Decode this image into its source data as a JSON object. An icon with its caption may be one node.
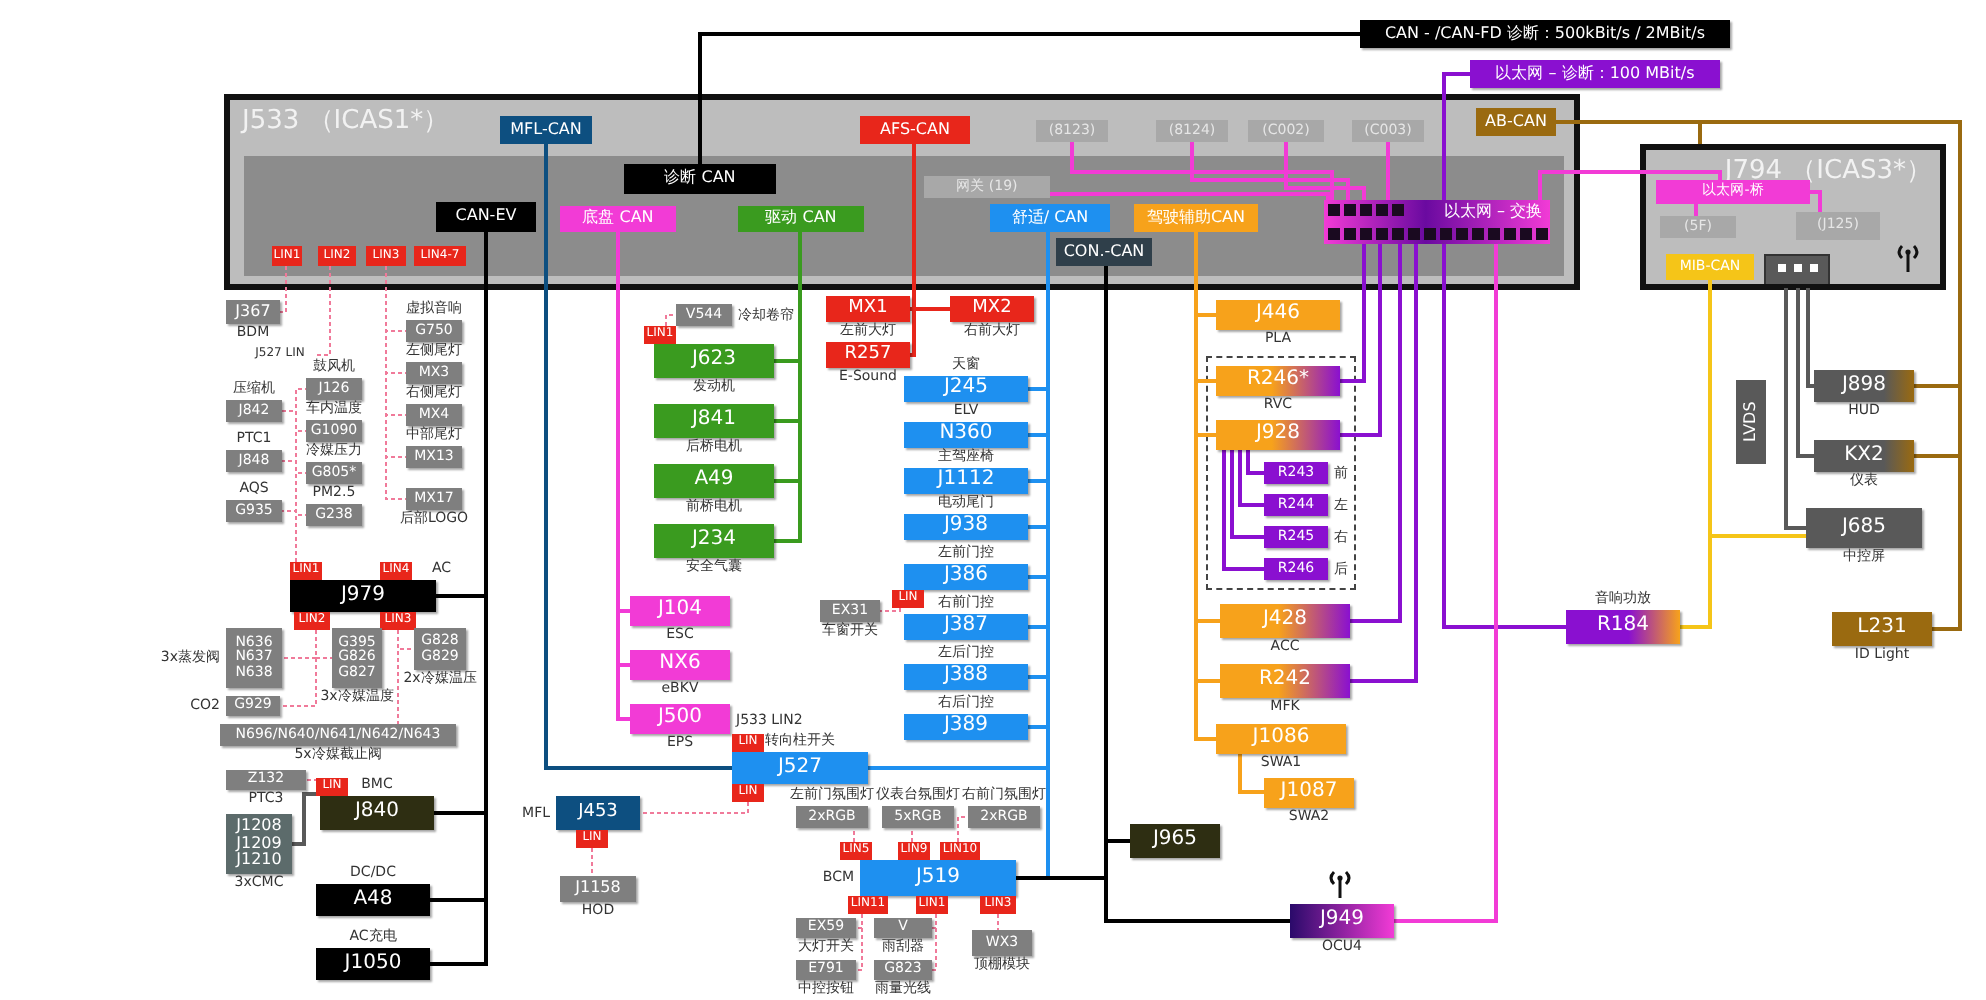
{
  "diagram": {
    "nodes": [
      {
        "text": [
          "CAN - /CAN-FD 诊断：500kBit/s / 2MBit/s"
        ]
      },
      {
        "text": [
          "以太网 – 诊断：100 MBit/s"
        ]
      },
      {
        "text": [
          "J533 （ICAS1*）"
        ]
      },
      {
        "text": [
          "MFL-CAN"
        ],
        "in": 2
      },
      {
        "text": [
          "诊断 CAN"
        ],
        "in": 2
      },
      {
        "text": [
          "AFS-CAN"
        ],
        "in": 2
      },
      {
        "text": [
          "(8123)"
        ],
        "in": 2
      },
      {
        "text": [
          "(8124)"
        ],
        "in": 2
      },
      {
        "text": [
          "(C002)"
        ],
        "in": 2
      },
      {
        "text": [
          "(C003)"
        ],
        "in": 2
      },
      {
        "text": [
          "AB-CAN"
        ],
        "in": 2
      },
      {
        "text": [
          "网关 (19)"
        ],
        "in": 2
      },
      {
        "text": [
          "CAN-EV"
        ],
        "in": 2
      },
      {
        "text": [
          "底盘 CAN"
        ],
        "in": 2
      },
      {
        "text": [
          "驱动 CAN"
        ],
        "in": 2
      },
      {
        "text": [
          "舒适/ CAN"
        ],
        "in": 2
      },
      {
        "text": [
          "驾驶辅助CAN"
        ],
        "in": 2
      },
      {
        "text": [
          "CON.-CAN"
        ],
        "in": 2
      },
      {
        "text": [
          "LIN1"
        ],
        "in": 2
      },
      {
        "text": [
          "LIN2"
        ],
        "in": 2
      },
      {
        "text": [
          "LIN3"
        ],
        "in": 2
      },
      {
        "text": [
          "LIN4-7"
        ],
        "in": 2
      },
      {
        "text": [
          "以太网 – 交换"
        ],
        "in": 2
      },
      {
        "text": [
          "J794 （ICAS3*）"
        ]
      },
      {
        "text": [
          "以太网-桥"
        ],
        "in": 23
      },
      {
        "text": [
          "(5F)"
        ],
        "in": 23
      },
      {
        "text": [
          "(J125)"
        ],
        "in": 23
      },
      {
        "text": [
          "MIB-CAN"
        ],
        "in": 23
      },
      {
        "text": [],
        "shape": "box",
        "in": 23
      },
      {
        "text": [
          "J367"
        ],
        "beside": [
          "BDM"
        ]
      },
      {
        "text": [
          "J527 LIN"
        ]
      },
      {
        "text": [
          "G750"
        ],
        "beside": [
          "虚拟音响"
        ]
      },
      {
        "text": [
          "MX3"
        ],
        "beside": [
          "左侧尾灯"
        ]
      },
      {
        "text": [
          "MX4"
        ],
        "beside": [
          "右侧尾灯"
        ]
      },
      {
        "text": [
          "MX13"
        ],
        "beside": [
          "中部尾灯"
        ]
      },
      {
        "text": [
          "MX17"
        ],
        "beside": [
          "后部LOGO"
        ]
      },
      {
        "text": [
          "J842"
        ],
        "beside": [
          "压缩机"
        ]
      },
      {
        "text": [
          "J126"
        ],
        "beside": [
          "鼓风机"
        ]
      },
      {
        "text": [
          "G1090"
        ],
        "beside": [
          "车内温度"
        ]
      },
      {
        "text": [
          "J848"
        ],
        "beside": [
          "PTC1"
        ]
      },
      {
        "text": [
          "G805*"
        ],
        "beside": [
          "冷媒压力"
        ]
      },
      {
        "text": [
          "G935"
        ],
        "beside": [
          "AQS"
        ]
      },
      {
        "text": [
          "G238"
        ],
        "beside": [
          "PM2.5"
        ]
      },
      {
        "text": [
          "LIN1"
        ]
      },
      {
        "text": [
          "LIN4"
        ]
      },
      {
        "text": [
          "J979"
        ],
        "beside": [
          "AC"
        ]
      },
      {
        "text": [
          "LIN2"
        ]
      },
      {
        "text": [
          "LIN3"
        ]
      },
      {
        "text": [
          "N636 N637 N638"
        ],
        "beside": [
          "3x蒸发阀"
        ]
      },
      {
        "text": [
          "G395 G826 G827"
        ],
        "beside": [
          "3x冷媒温度"
        ]
      },
      {
        "text": [
          "G828 G829"
        ],
        "beside": [
          "2x冷媒温压"
        ]
      },
      {
        "text": [
          "G929"
        ],
        "beside": [
          "CO2"
        ]
      },
      {
        "text": [
          "N696/N640/N641/N642/N643"
        ],
        "beside": [
          "5x冷媒截止阀"
        ]
      },
      {
        "text": [
          "Z132"
        ],
        "beside": [
          "PTC3"
        ]
      },
      {
        "text": [
          "LIN"
        ]
      },
      {
        "text": [
          "J840"
        ],
        "beside": [
          "BMC"
        ]
      },
      {
        "text": [
          "J1208 J1209 J1210"
        ],
        "beside": [
          "3xCMC"
        ]
      },
      {
        "text": [
          "A48"
        ],
        "beside": [
          "DC/DC"
        ]
      },
      {
        "text": [
          "J1050"
        ],
        "beside": [
          "AC充电"
        ]
      },
      {
        "text": [
          "V544"
        ],
        "beside": [
          "冷却卷帘"
        ]
      },
      {
        "text": [
          "LIN1"
        ]
      },
      {
        "text": [
          "J623"
        ],
        "beside": [
          "发动机"
        ]
      },
      {
        "text": [
          "J841"
        ],
        "beside": [
          "后桥电机"
        ]
      },
      {
        "text": [
          "A49"
        ],
        "beside": [
          "前桥电机"
        ]
      },
      {
        "text": [
          "J234"
        ],
        "beside": [
          "安全气囊"
        ]
      },
      {
        "text": [
          "J104"
        ],
        "beside": [
          "ESC"
        ]
      },
      {
        "text": [
          "NX6"
        ],
        "beside": [
          "eBKV"
        ]
      },
      {
        "text": [
          "J500"
        ],
        "beside": [
          "EPS"
        ]
      },
      {
        "text": [
          "MX1"
        ],
        "beside": [
          "左前大灯"
        ]
      },
      {
        "text": [
          "MX2"
        ],
        "beside": [
          "右前大灯"
        ]
      },
      {
        "text": [
          "R257"
        ],
        "beside": [
          "E-Sound"
        ]
      },
      {
        "text": [
          "J245"
        ],
        "beside": [
          "天窗"
        ]
      },
      {
        "text": [
          "N360"
        ],
        "beside": [
          "ELV"
        ]
      },
      {
        "text": [
          "J1112"
        ],
        "beside": [
          "主驾座椅"
        ]
      },
      {
        "text": [
          "J938"
        ],
        "beside": [
          "电动尾门"
        ]
      },
      {
        "text": [
          "J386"
        ],
        "beside": [
          "左前门控"
        ]
      },
      {
        "text": [
          "LIN"
        ]
      },
      {
        "text": [
          "EX31"
        ],
        "beside": [
          "车窗开关"
        ]
      },
      {
        "text": [
          "J387"
        ],
        "beside": [
          "右前门控"
        ]
      },
      {
        "text": [
          "J388"
        ],
        "beside": [
          "左后门控"
        ]
      },
      {
        "text": [
          "J389"
        ],
        "beside": [
          "右后门控"
        ]
      },
      {
        "text": [
          "LIN"
        ]
      },
      {
        "text": [
          "J527"
        ],
        "beside": [
          "转向柱开关"
        ]
      },
      {
        "text": [
          "LIN"
        ]
      },
      {
        "text": [
          "J453"
        ],
        "beside": [
          "MFL"
        ]
      },
      {
        "text": [
          "LIN"
        ]
      },
      {
        "text": [
          "J1158"
        ],
        "beside": [
          "HOD"
        ]
      },
      {
        "text": [
          "2xRGB"
        ],
        "beside": [
          "左前门氛围灯"
        ]
      },
      {
        "text": [
          "5xRGB"
        ],
        "beside": [
          "仪表台氛围灯"
        ]
      },
      {
        "text": [
          "2xRGB"
        ],
        "beside": [
          "右前门氛围灯"
        ]
      },
      {
        "text": [
          "LIN5"
        ]
      },
      {
        "text": [
          "LIN9"
        ]
      },
      {
        "text": [
          "LIN10"
        ]
      },
      {
        "text": [
          "J519"
        ],
        "beside": [
          "BCM"
        ]
      },
      {
        "text": [
          "LIN11"
        ]
      },
      {
        "text": [
          "LIN1"
        ]
      },
      {
        "text": [
          "LIN3"
        ]
      },
      {
        "text": [
          "EX59"
        ],
        "beside": [
          "大灯开关"
        ]
      },
      {
        "text": [
          "V"
        ],
        "beside": [
          "雨刮器"
        ]
      },
      {
        "text": [
          "WX3"
        ],
        "beside": [
          "顶棚模块"
        ]
      },
      {
        "text": [
          "E791"
        ],
        "beside": [
          "中控按钮"
        ]
      },
      {
        "text": [
          "G823"
        ],
        "beside": [
          "雨量光线"
        ]
      },
      {
        "text": [
          "J965"
        ]
      },
      {
        "text": [
          "J949"
        ],
        "beside": [
          "OCU4"
        ]
      },
      {
        "text": [
          "J446"
        ],
        "beside": [
          "PLA"
        ]
      },
      {
        "text": [
          "R246*"
        ],
        "beside": [
          "RVC"
        ]
      },
      {
        "text": [
          "J928"
        ]
      },
      {
        "text": [
          "R243"
        ],
        "beside": [
          "前"
        ]
      },
      {
        "text": [
          "R244"
        ],
        "beside": [
          "左"
        ]
      },
      {
        "text": [
          "R245"
        ],
        "beside": [
          "右"
        ]
      },
      {
        "text": [
          "R246"
        ],
        "beside": [
          "后"
        ]
      },
      {
        "text": [
          "J428"
        ],
        "beside": [
          "ACC"
        ]
      },
      {
        "text": [
          "R242"
        ],
        "beside": [
          "MFK"
        ]
      },
      {
        "text": [
          "J1086"
        ],
        "beside": [
          "SWA1"
        ]
      },
      {
        "text": [
          "J1087"
        ],
        "beside": [
          "SWA2"
        ]
      },
      {
        "text": [
          "R184"
        ],
        "beside": [
          "音响功放"
        ]
      },
      {
        "text": [
          "LVDS"
        ]
      },
      {
        "text": [
          "J898"
        ],
        "beside": [
          "HUD"
        ]
      },
      {
        "text": [
          "KX2"
        ],
        "beside": [
          "仪表"
        ]
      },
      {
        "text": [
          "J685"
        ],
        "beside": [
          "中控屏"
        ]
      },
      {
        "text": [
          "L231"
        ],
        "beside": [
          "ID Light"
        ]
      }
    ],
    "edges": [
      {
        "from": 4,
        "to": 0,
        "arrow": "none",
        "color": "#000000"
      },
      {
        "from": 22,
        "to": 1,
        "arrow": "none",
        "color": "#8a10d0"
      },
      {
        "from": 12,
        "to": 45,
        "arrow": "none",
        "color": "#000000"
      },
      {
        "from": 12,
        "to": 55,
        "arrow": "none",
        "color": "#000000"
      },
      {
        "from": 12,
        "to": 57,
        "arrow": "none",
        "color": "#000000"
      },
      {
        "from": 12,
        "to": 58,
        "arrow": "none",
        "color": "#000000"
      },
      {
        "from": 18,
        "to": 29,
        "arrow": "none",
        "style": "dashed",
        "color": "#f07a9a"
      },
      {
        "from": 19,
        "to": 30,
        "arrow": "none",
        "style": "dashed",
        "color": "#f07a9a"
      },
      {
        "from": 20,
        "to": 31,
        "arrow": "none",
        "style": "dashed",
        "color": "#f07a9a"
      },
      {
        "from": 20,
        "to": 32,
        "arrow": "none",
        "style": "dashed",
        "color": "#f07a9a"
      },
      {
        "from": 20,
        "to": 33,
        "arrow": "none",
        "style": "dashed",
        "color": "#f07a9a"
      },
      {
        "from": 20,
        "to": 34,
        "arrow": "none",
        "style": "dashed",
        "color": "#f07a9a"
      },
      {
        "from": 20,
        "to": 35,
        "arrow": "none",
        "style": "dashed",
        "color": "#f07a9a"
      },
      {
        "from": 43,
        "to": 37,
        "arrow": "none",
        "style": "dashed",
        "color": "#f07a9a"
      },
      {
        "from": 43,
        "to": 36,
        "arrow": "none",
        "style": "dashed",
        "color": "#f07a9a"
      },
      {
        "from": 43,
        "to": 38,
        "arrow": "none",
        "style": "dashed",
        "color": "#f07a9a"
      },
      {
        "from": 43,
        "to": 39,
        "arrow": "none",
        "style": "dashed",
        "color": "#f07a9a"
      },
      {
        "from": 43,
        "to": 40,
        "arrow": "none",
        "style": "dashed",
        "color": "#f07a9a"
      },
      {
        "from": 43,
        "to": 41,
        "arrow": "none",
        "style": "dashed",
        "color": "#f07a9a"
      },
      {
        "from": 43,
        "to": 42,
        "arrow": "none",
        "style": "dashed",
        "color": "#f07a9a"
      },
      {
        "from": 46,
        "to": 48,
        "arrow": "none",
        "style": "dashed",
        "color": "#f07a9a"
      },
      {
        "from": 46,
        "to": 49,
        "arrow": "none",
        "style": "dashed",
        "color": "#f07a9a"
      },
      {
        "from": 46,
        "to": 51,
        "arrow": "none",
        "style": "dashed",
        "color": "#f07a9a"
      },
      {
        "from": 47,
        "to": 50,
        "arrow": "none",
        "style": "dashed",
        "color": "#f07a9a"
      },
      {
        "from": 47,
        "to": 52,
        "arrow": "none",
        "style": "dashed",
        "color": "#f07a9a"
      },
      {
        "from": 54,
        "to": 53,
        "arrow": "none",
        "style": "dashed",
        "color": "#f07a9a"
      },
      {
        "from": 54,
        "to": 56,
        "arrow": "none",
        "color": "#595959"
      },
      {
        "from": 3,
        "to": 82,
        "arrow": "none",
        "color": "#0d4f80"
      },
      {
        "from": 13,
        "to": 65,
        "arrow": "none",
        "color": "#f23bd6"
      },
      {
        "from": 13,
        "to": 66,
        "arrow": "none",
        "color": "#f23bd6"
      },
      {
        "from": 13,
        "to": 67,
        "arrow": "none",
        "color": "#f23bd6"
      },
      {
        "from": 14,
        "to": 61,
        "arrow": "none",
        "color": "#3a9b1f"
      },
      {
        "from": 14,
        "to": 62,
        "arrow": "none",
        "color": "#3a9b1f"
      },
      {
        "from": 14,
        "to": 63,
        "arrow": "none",
        "color": "#3a9b1f"
      },
      {
        "from": 14,
        "to": 64,
        "arrow": "none",
        "color": "#3a9b1f"
      },
      {
        "from": 60,
        "to": 59,
        "arrow": "none",
        "style": "dashed",
        "color": "#f07a9a"
      },
      {
        "from": 5,
        "to": 68,
        "arrow": "none",
        "color": "#e8261b"
      },
      {
        "from": 5,
        "to": 69,
        "arrow": "none",
        "color": "#e8261b"
      },
      {
        "from": 5,
        "to": 70,
        "arrow": "none",
        "color": "#e8261b"
      },
      {
        "from": 15,
        "to": 71,
        "arrow": "none",
        "color": "#1e90f0"
      },
      {
        "from": 15,
        "to": 72,
        "arrow": "none",
        "color": "#1e90f0"
      },
      {
        "from": 15,
        "to": 73,
        "arrow": "none",
        "color": "#1e90f0"
      },
      {
        "from": 15,
        "to": 74,
        "arrow": "none",
        "color": "#1e90f0"
      },
      {
        "from": 15,
        "to": 75,
        "arrow": "none",
        "color": "#1e90f0"
      },
      {
        "from": 15,
        "to": 78,
        "arrow": "none",
        "color": "#1e90f0"
      },
      {
        "from": 15,
        "to": 79,
        "arrow": "none",
        "color": "#1e90f0"
      },
      {
        "from": 15,
        "to": 80,
        "arrow": "none",
        "color": "#1e90f0"
      },
      {
        "from": 15,
        "to": 82,
        "arrow": "none",
        "color": "#1e90f0"
      },
      {
        "from": 15,
        "to": 93,
        "arrow": "none",
        "color": "#1e90f0"
      },
      {
        "from": 76,
        "to": 77,
        "arrow": "none",
        "style": "dashed",
        "color": "#f07a9a"
      },
      {
        "from": 83,
        "to": 84,
        "arrow": "none",
        "style": "dashed",
        "color": "#f07a9a"
      },
      {
        "from": 85,
        "to": 86,
        "arrow": "none",
        "style": "dashed",
        "color": "#f07a9a"
      },
      {
        "from": 90,
        "to": 87,
        "arrow": "none",
        "style": "dashed",
        "color": "#f07a9a"
      },
      {
        "from": 91,
        "to": 88,
        "arrow": "none",
        "style": "dashed",
        "color": "#f07a9a"
      },
      {
        "from": 92,
        "to": 89,
        "arrow": "none",
        "style": "dashed",
        "color": "#f07a9a"
      },
      {
        "from": 94,
        "to": 97,
        "arrow": "none",
        "style": "dashed",
        "color": "#f07a9a"
      },
      {
        "from": 94,
        "to": 100,
        "arrow": "none",
        "style": "dashed",
        "color": "#f07a9a"
      },
      {
        "from": 95,
        "to": 98,
        "arrow": "none",
        "style": "dashed",
        "color": "#f07a9a"
      },
      {
        "from": 95,
        "to": 101,
        "arrow": "none",
        "style": "dashed",
        "color": "#f07a9a"
      },
      {
        "from": 96,
        "to": 99,
        "arrow": "none",
        "style": "dashed",
        "color": "#f07a9a"
      },
      {
        "from": 17,
        "to": 102,
        "arrow": "none",
        "color": "#000000"
      },
      {
        "from": 17,
        "to": 103,
        "arrow": "none",
        "color": "#000000"
      },
      {
        "from": 17,
        "to": 93,
        "arrow": "none",
        "color": "#000000"
      },
      {
        "from": 16,
        "to": 104,
        "arrow": "none",
        "color": "#f7a21b"
      },
      {
        "from": 16,
        "to": 105,
        "arrow": "none",
        "color": "#f7a21b"
      },
      {
        "from": 16,
        "to": 106,
        "arrow": "none",
        "color": "#f7a21b"
      },
      {
        "from": 16,
        "to": 111,
        "arrow": "none",
        "color": "#f7a21b"
      },
      {
        "from": 16,
        "to": 112,
        "arrow": "none",
        "color": "#f7a21b"
      },
      {
        "from": 16,
        "to": 113,
        "arrow": "none",
        "color": "#f7a21b"
      },
      {
        "from": 113,
        "to": 114,
        "arrow": "none",
        "color": "#f7a21b"
      },
      {
        "from": 106,
        "to": 107,
        "arrow": "none",
        "color": "#8a10d0"
      },
      {
        "from": 106,
        "to": 108,
        "arrow": "none",
        "color": "#8a10d0"
      },
      {
        "from": 106,
        "to": 109,
        "arrow": "none",
        "color": "#8a10d0"
      },
      {
        "from": 106,
        "to": 110,
        "arrow": "none",
        "color": "#8a10d0"
      },
      {
        "from": 22,
        "to": 105,
        "arrow": "none",
        "color": "#8a10d0"
      },
      {
        "from": 22,
        "to": 106,
        "arrow": "none",
        "color": "#8a10d0"
      },
      {
        "from": 22,
        "to": 111,
        "arrow": "none",
        "color": "#8a10d0"
      },
      {
        "from": 22,
        "to": 112,
        "arrow": "none",
        "color": "#8a10d0"
      },
      {
        "from": 22,
        "to": 115,
        "arrow": "none",
        "color": "#8a10d0"
      },
      {
        "from": 22,
        "to": 103,
        "arrow": "none",
        "color": "#f23bd6"
      },
      {
        "from": 22,
        "to": 6,
        "arrow": "none",
        "color": "#f23bd6"
      },
      {
        "from": 22,
        "to": 7,
        "arrow": "none",
        "color": "#f23bd6"
      },
      {
        "from": 22,
        "to": 8,
        "arrow": "none",
        "color": "#f23bd6"
      },
      {
        "from": 22,
        "to": 9,
        "arrow": "none",
        "color": "#f23bd6"
      },
      {
        "from": 22,
        "to": 11,
        "arrow": "none",
        "color": "#f23bd6"
      },
      {
        "from": 22,
        "to": 24,
        "arrow": "none",
        "color": "#f23bd6"
      },
      {
        "from": 24,
        "to": 25,
        "arrow": "none",
        "color": "#f23bd6"
      },
      {
        "from": 24,
        "to": 26,
        "arrow": "none",
        "color": "#f23bd6"
      },
      {
        "from": 10,
        "to": 23,
        "arrow": "none",
        "color": "#9a6a10"
      },
      {
        "from": 10,
        "to": 117,
        "arrow": "none",
        "color": "#9a6a10"
      },
      {
        "from": 10,
        "to": 118,
        "arrow": "none",
        "color": "#9a6a10"
      },
      {
        "from": 10,
        "to": 120,
        "arrow": "none",
        "color": "#9a6a10"
      },
      {
        "from": 27,
        "to": 119,
        "arrow": "none",
        "color": "#f5c518"
      },
      {
        "from": 27,
        "to": 115,
        "arrow": "none",
        "color": "#f5c518"
      },
      {
        "from": 28,
        "to": 117,
        "arrow": "none",
        "color": "#595959"
      },
      {
        "from": 28,
        "to": 118,
        "arrow": "none",
        "color": "#595959"
      },
      {
        "from": 28,
        "to": 119,
        "arrow": "none",
        "color": "#595959"
      }
    ],
    "labels": [
      "J533 LIN2"
    ]
  }
}
